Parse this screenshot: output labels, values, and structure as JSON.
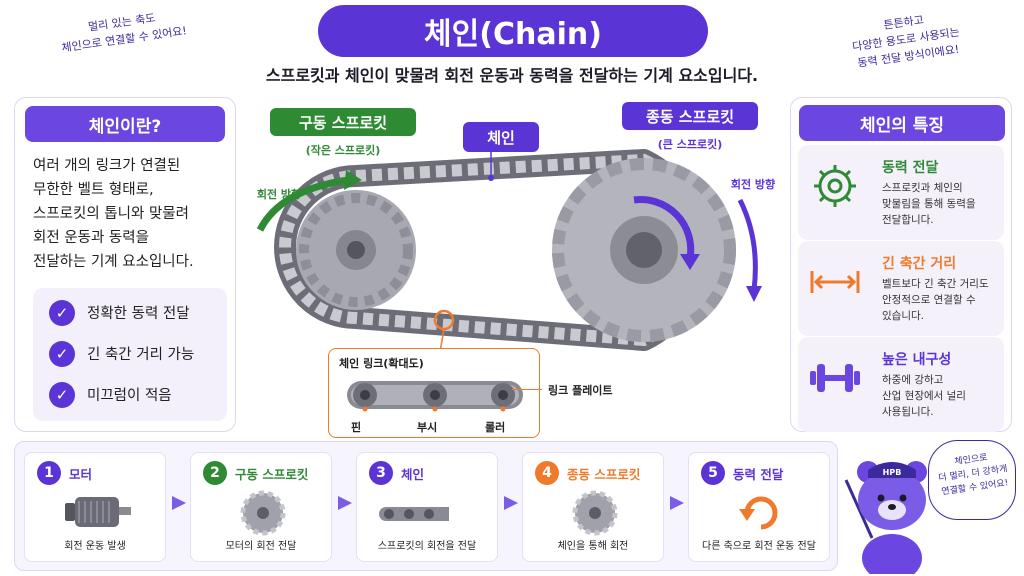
{
  "title": "체인(Chain)",
  "subtitle": "스프로킷과 체인이 맞물려 회전 운동과 동력을 전달하는 기계 요소입니다.",
  "notes": {
    "top_left": [
      "멀리 있는 축도",
      "체인으로 연결할 수 있어요!"
    ],
    "top_right": [
      "튼튼하고",
      "다양한 용도로 사용되는",
      "동력 전달 방식이에요!"
    ],
    "bear": [
      "체인으로",
      "더 멀리, 더 강하게",
      "연결할 수 있어요!"
    ],
    "bear_hat": "HPB"
  },
  "intro": {
    "header": "체인이란?",
    "lines": [
      "여러 개의 링크가 연결된",
      "무한한 벨트 형태로,",
      "스프로킷의 톱니와 맞물려",
      "회전 운동과 동력을",
      "전달하는 기계 요소입니다."
    ],
    "checks": [
      "정확한 동력 전달",
      "긴 축간 거리 가능",
      "미끄럼이 적음"
    ]
  },
  "diagram": {
    "drive_label": "구동 스프로킷",
    "drive_sub": "(작은 스프로킷)",
    "chain_label": "체인",
    "driven_label": "종동 스프로킷",
    "driven_sub": "(큰 스프로킷)",
    "rot_left": "회전 방향",
    "rot_right": "회전 방향",
    "link_title": "체인 링크(확대도)",
    "plate": "링크 플레이트",
    "pin": "핀",
    "bush": "부시",
    "roller": "롤러"
  },
  "features": {
    "header": "체인의 특징",
    "items": [
      {
        "title": "동력 전달",
        "lines": [
          "스프로킷과 체인의",
          "맞물림을 통해 동력을",
          "전달합니다."
        ],
        "color": "#2f8a34"
      },
      {
        "title": "긴 축간 거리",
        "lines": [
          "벨트보다 긴 축간 거리도",
          "안정적으로 연결할 수",
          "있습니다."
        ],
        "color": "#f07a2b"
      },
      {
        "title": "높은 내구성",
        "lines": [
          "하중에 강하고",
          "산업 현장에서 널리",
          "사용됩니다."
        ],
        "color": "#5b34d6"
      }
    ]
  },
  "steps": [
    {
      "num": "1",
      "title": "모터",
      "desc": "회전 운동 발생",
      "color": "#5b34d6"
    },
    {
      "num": "2",
      "title": "구동 스프로킷",
      "desc": "모터의 회전 전달",
      "color": "#2f8a34"
    },
    {
      "num": "3",
      "title": "체인",
      "desc": "스프로킷의 회전을 전달",
      "color": "#5b34d6"
    },
    {
      "num": "4",
      "title": "종동 스프로킷",
      "desc": "체인을 통해 회전",
      "color": "#f07a2b"
    },
    {
      "num": "5",
      "title": "동력 전달",
      "desc": "다른 축으로 회전 운동 전달",
      "color": "#5b34d6"
    }
  ]
}
